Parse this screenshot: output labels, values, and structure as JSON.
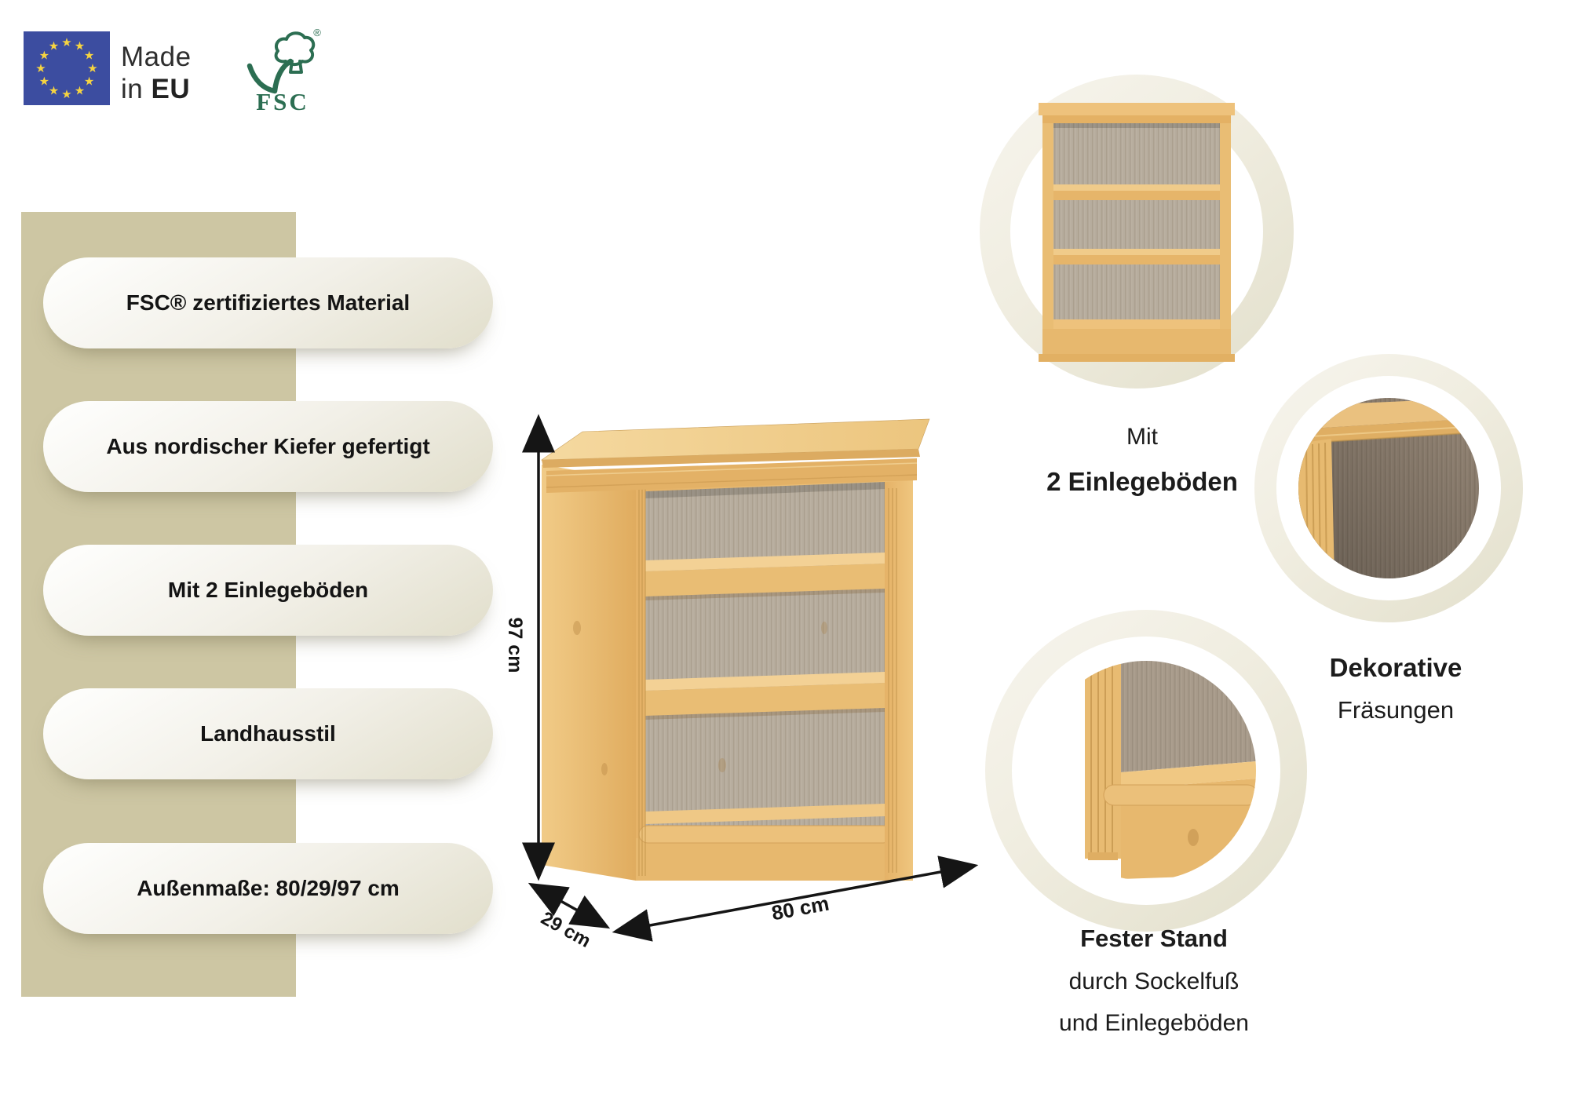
{
  "header": {
    "made_in_eu": {
      "word1": "Made",
      "word2": "in",
      "word3": "EU"
    },
    "fsc": {
      "label": "FSC",
      "reg": "®"
    }
  },
  "features": {
    "pills": [
      {
        "label": "FSC® zertifiziertes Material"
      },
      {
        "label": "Aus nordischer Kiefer gefertigt"
      },
      {
        "label": "Mit 2 Einlegeböden"
      },
      {
        "label": "Landhausstil"
      },
      {
        "label": "Außenmaße: 80/29/97 cm"
      }
    ]
  },
  "product": {
    "type": "bookshelf with 2 shelves, country-house style, pine wood",
    "dimensions": {
      "height_label": "97 cm",
      "depth_label": "29 cm",
      "width_label": "80 cm"
    }
  },
  "details": [
    {
      "line1": "Mit",
      "line2": "2 Einlegeböden"
    },
    {
      "line1": "Dekorative",
      "line2": "Fräsungen"
    },
    {
      "line1": "Fester Stand",
      "line2": "durch Sockelfuß",
      "line3": "und Einlegeböden"
    }
  ],
  "colors": {
    "band": "#cdc6a3",
    "pill_gradient_top": "#fdfdfb",
    "pill_gradient_bottom": "#e1decb",
    "ring": "#efecdf",
    "eu_flag_blue": "#3c4da0",
    "eu_star_yellow": "#f6d441",
    "fsc_green": "#2c6e52",
    "wood_light": "#f3d59c",
    "wood_main": "#e9bd74",
    "back_panel": "#b5ab9c",
    "back_panel_dark": "#948575",
    "arrow": "#151515",
    "text": "#1d1d1d"
  }
}
